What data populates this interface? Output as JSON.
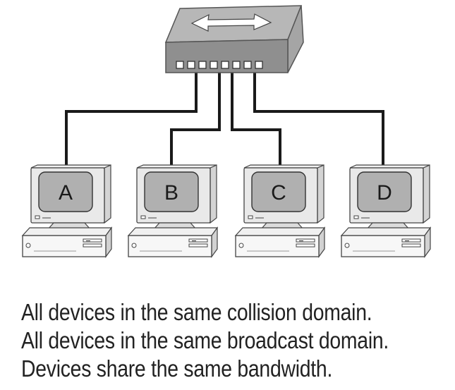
{
  "computers": [
    {
      "label": "A"
    },
    {
      "label": "B"
    },
    {
      "label": "C"
    },
    {
      "label": "D"
    }
  ],
  "caption_lines": [
    "All devices in the same collision domain.",
    "All devices in the same broadcast domain.",
    "Devices share the same bandwidth."
  ],
  "colors": {
    "hub_top": "#b7b7b7",
    "hub_front": "#8f8f8f",
    "hub_side": "#a5a5a5",
    "monitor_body": "#e9e9e9",
    "screen": "#b0b0b0",
    "cable": "#1a1a1a",
    "text": "#222222"
  },
  "icons": {
    "hub": "hub-icon",
    "arrow": "bidirectional-arrow-icon",
    "computer": "desktop-computer-icon"
  }
}
